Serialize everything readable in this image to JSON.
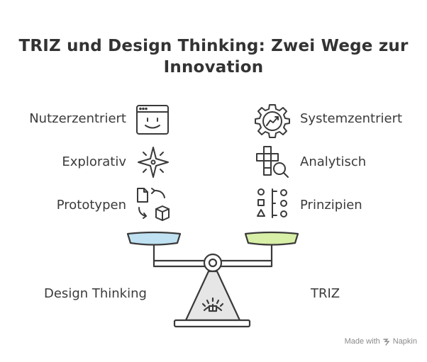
{
  "title": {
    "line1": "TRIZ und Design Thinking: Zwei Wege zur",
    "line2": "Innovation"
  },
  "left": {
    "items": [
      {
        "label": "Nutzerzentriert",
        "icon": "browser-smiley-icon"
      },
      {
        "label": "Explorativ",
        "icon": "compass-star-icon"
      },
      {
        "label": "Prototypen",
        "icon": "document-to-cube-icon"
      }
    ],
    "scale_label": "Design Thinking",
    "pan_color": "#bfe1f2"
  },
  "right": {
    "items": [
      {
        "label": "Systemzentriert",
        "icon": "gear-chart-icon"
      },
      {
        "label": "Analytisch",
        "icon": "grid-magnifier-icon"
      },
      {
        "label": "Prinzipien",
        "icon": "shapes-list-icon"
      }
    ],
    "scale_label": "TRIZ",
    "pan_color": "#d7efa6"
  },
  "footer": {
    "made_with": "Made with",
    "brand": "Napkin"
  }
}
